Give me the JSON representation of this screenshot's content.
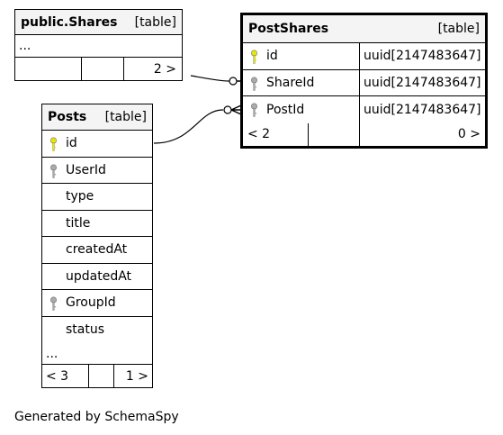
{
  "tables": {
    "public_shares": {
      "name": "public.Shares",
      "kind": "[table]",
      "ellipsis": "...",
      "nav_right": "2 >"
    },
    "posts": {
      "name": "Posts",
      "kind": "[table]",
      "columns": [
        {
          "name": "id",
          "key": "primary"
        },
        {
          "name": "UserId",
          "key": "foreign"
        },
        {
          "name": "type",
          "key": ""
        },
        {
          "name": "title",
          "key": ""
        },
        {
          "name": "createdAt",
          "key": ""
        },
        {
          "name": "updatedAt",
          "key": ""
        },
        {
          "name": "GroupId",
          "key": "foreign"
        },
        {
          "name": "status",
          "key": ""
        }
      ],
      "ellipsis": "...",
      "nav_left": "< 3",
      "nav_right": "1 >"
    },
    "post_shares": {
      "name": "PostShares",
      "kind": "[table]",
      "columns": [
        {
          "name": "id",
          "type": "uuid[2147483647]",
          "key": "primary"
        },
        {
          "name": "ShareId",
          "type": "uuid[2147483647]",
          "key": "foreign"
        },
        {
          "name": "PostId",
          "type": "uuid[2147483647]",
          "key": "foreign"
        }
      ],
      "nav_left": "< 2",
      "nav_right": "0 >"
    }
  },
  "footer": "Generated by SchemaSpy",
  "colors": {
    "primary_key": "#e8e800",
    "foreign_key": "#aaaaaa",
    "header_bg": "#f4f4f4"
  }
}
